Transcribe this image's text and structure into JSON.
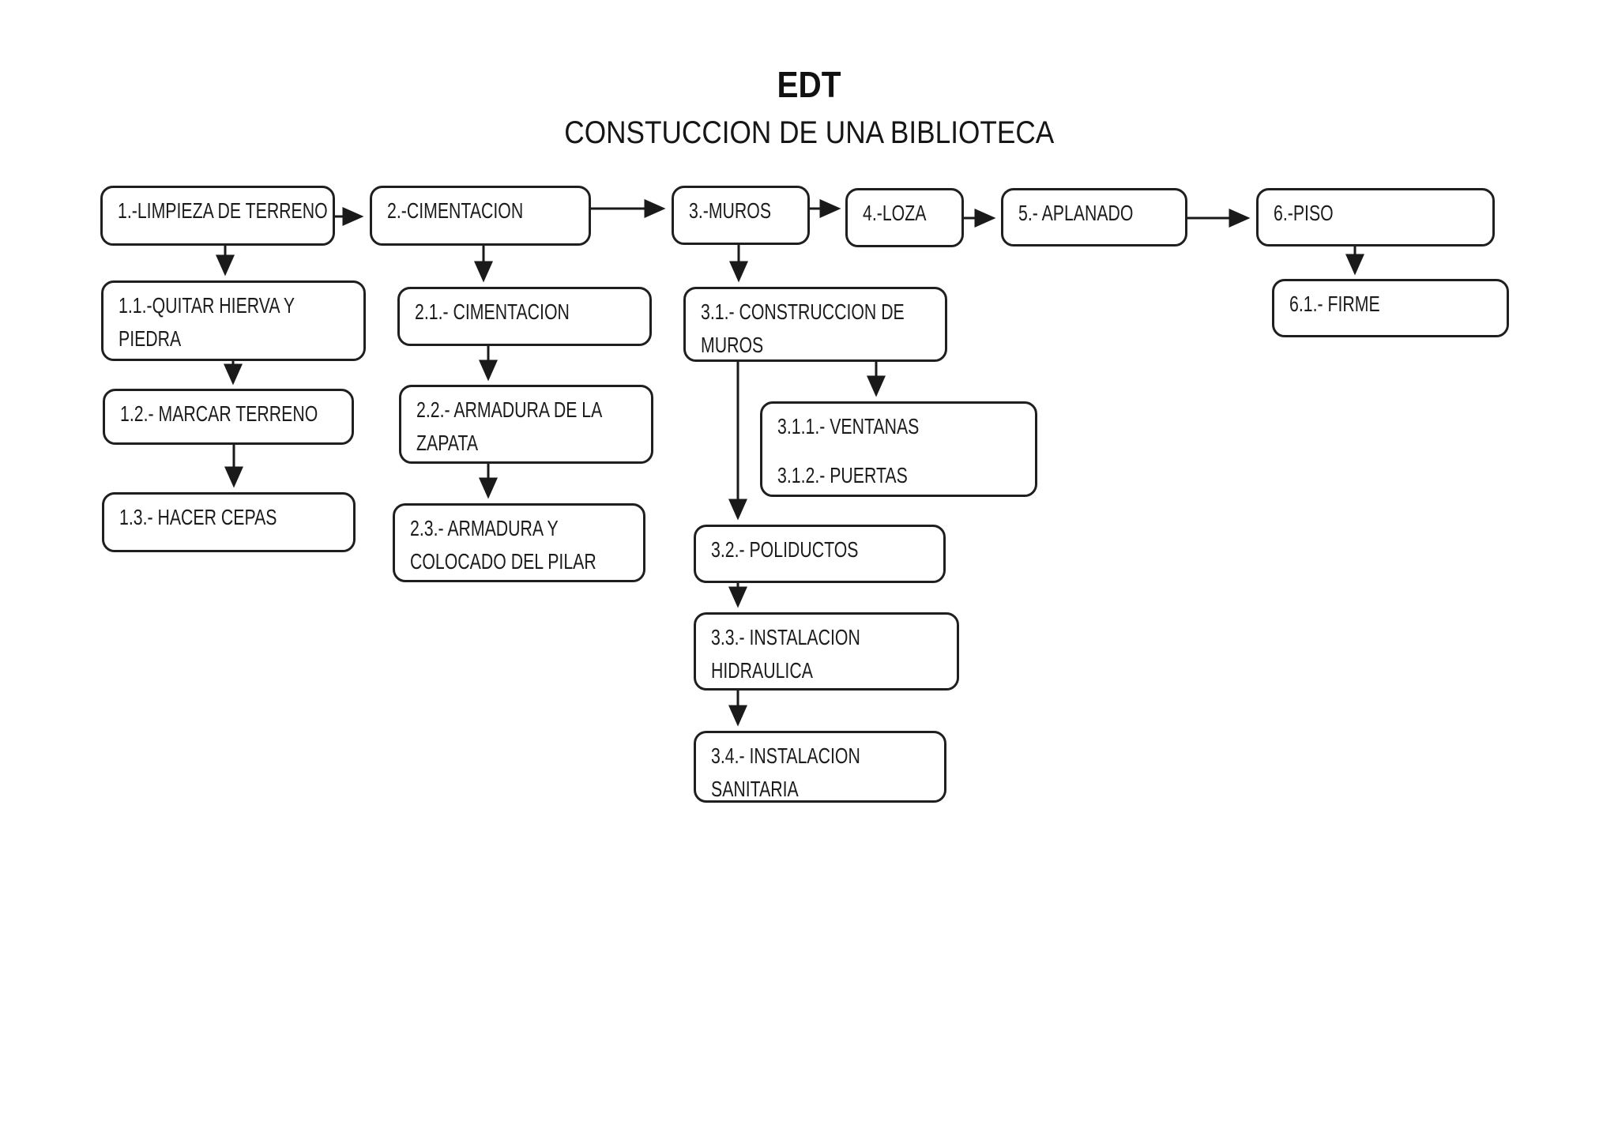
{
  "title": "EDT",
  "subtitle": "CONSTUCCION DE UNA BIBLIOTECA",
  "colors": {
    "background": "#ffffff",
    "stroke": "#1f1f1f",
    "text": "#1c1c1c"
  },
  "nodes": [
    {
      "id": "1",
      "label": "1.-LIMPIEZA DE TERRENO"
    },
    {
      "id": "2",
      "label": "2.-CIMENTACION"
    },
    {
      "id": "3",
      "label": "3.-MUROS"
    },
    {
      "id": "4",
      "label": "4.-LOZA"
    },
    {
      "id": "5",
      "label": "5.- APLANADO"
    },
    {
      "id": "6",
      "label": "6.-PISO"
    },
    {
      "id": "1.1",
      "label": "1.1.-QUITAR HIERVA Y\nPIEDRA"
    },
    {
      "id": "1.2",
      "label": "1.2.- MARCAR TERRENO"
    },
    {
      "id": "1.3",
      "label": "1.3.- HACER CEPAS"
    },
    {
      "id": "2.1",
      "label": "2.1.- CIMENTACION"
    },
    {
      "id": "2.2",
      "label": "2.2.- ARMADURA DE LA\nZAPATA"
    },
    {
      "id": "2.3",
      "label": "2.3.- ARMADURA Y\nCOLOCADO DEL PILAR"
    },
    {
      "id": "3.1",
      "label": "3.1.- CONSTRUCCION DE\nMUROS"
    },
    {
      "id": "3.1.1",
      "lines": [
        "3.1.1.- VENTANAS",
        "3.1.2.- PUERTAS"
      ]
    },
    {
      "id": "3.2",
      "label": "3.2.- POLIDUCTOS"
    },
    {
      "id": "3.3",
      "label": "3.3.- INSTALACION\nHIDRAULICA"
    },
    {
      "id": "3.4",
      "label": "3.4.- INSTALACION\nSANITARIA"
    },
    {
      "id": "6.1",
      "label": "6.1.- FIRME"
    }
  ],
  "edges": [
    {
      "from": "1",
      "to": "2"
    },
    {
      "from": "2",
      "to": "3"
    },
    {
      "from": "3",
      "to": "4"
    },
    {
      "from": "4",
      "to": "5"
    },
    {
      "from": "5",
      "to": "6"
    },
    {
      "from": "1",
      "to": "1.1"
    },
    {
      "from": "1.1",
      "to": "1.2"
    },
    {
      "from": "1.2",
      "to": "1.3"
    },
    {
      "from": "2",
      "to": "2.1"
    },
    {
      "from": "2.1",
      "to": "2.2"
    },
    {
      "from": "2.2",
      "to": "2.3"
    },
    {
      "from": "3",
      "to": "3.1"
    },
    {
      "from": "3.1",
      "to": "3.1.1"
    },
    {
      "from": "3.1",
      "to": "3.2"
    },
    {
      "from": "3.2",
      "to": "3.3"
    },
    {
      "from": "3.3",
      "to": "3.4"
    },
    {
      "from": "6",
      "to": "6.1"
    }
  ]
}
